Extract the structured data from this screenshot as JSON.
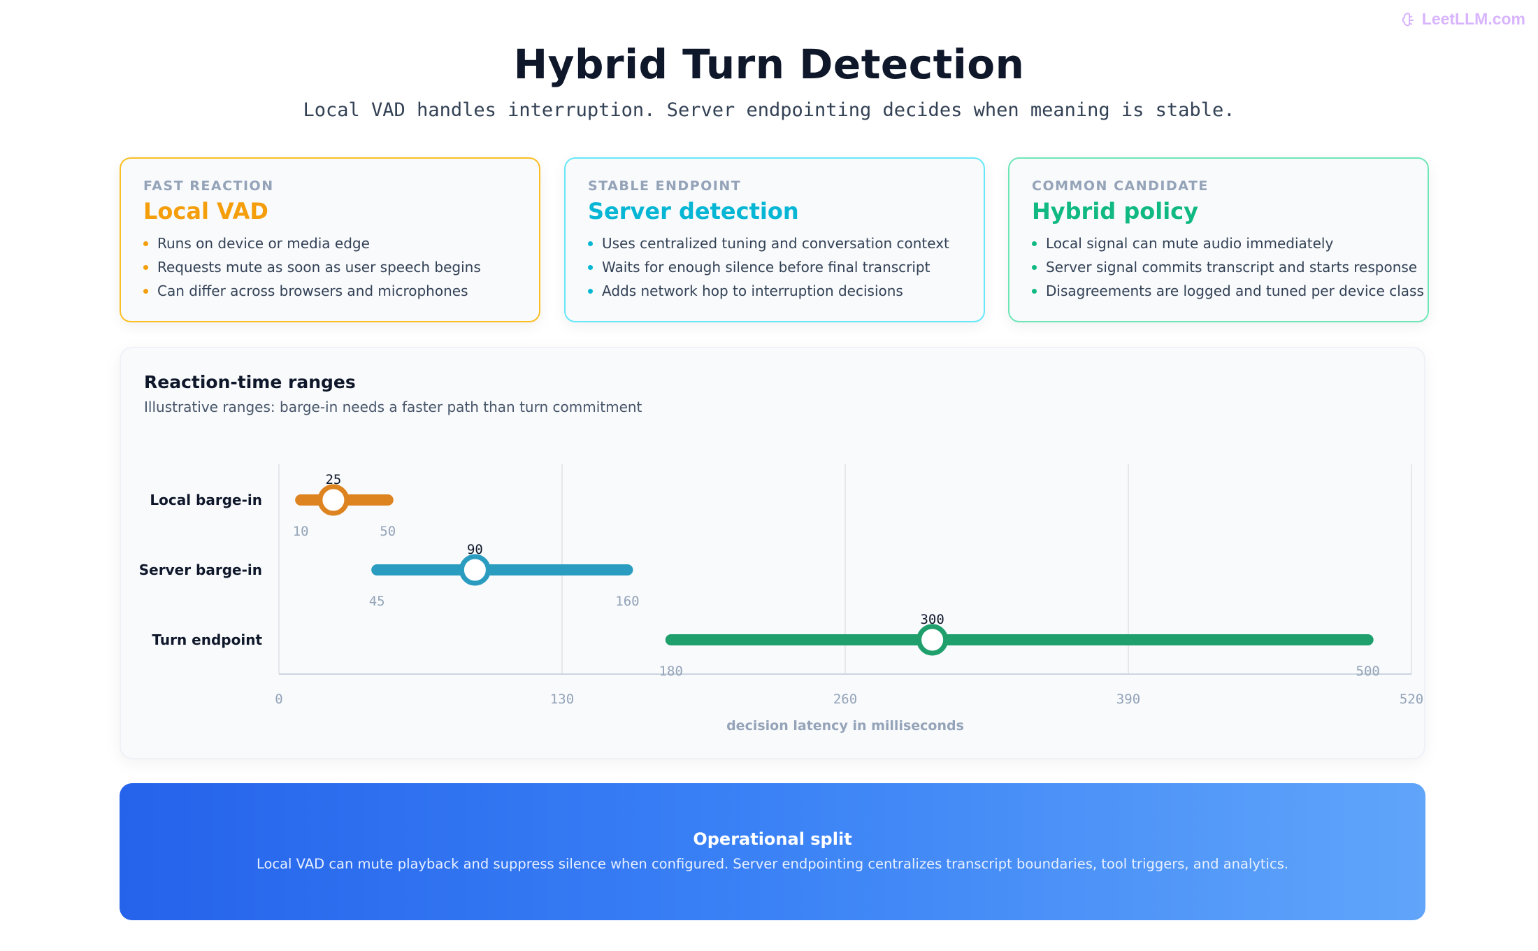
{
  "brand": {
    "name": "LeetLLM.com"
  },
  "header": {
    "title": "Hybrid Turn Detection",
    "subtitle": "Local VAD handles interruption. Server endpointing decides when meaning is stable."
  },
  "cards": [
    {
      "eyebrow": "FAST REACTION",
      "heading": "Local VAD",
      "accent": "#f59e0b",
      "border": "#fbbf24",
      "bullets": [
        "Runs on device or media edge",
        "Requests mute as soon as user speech begins",
        "Can differ across browsers and microphones"
      ]
    },
    {
      "eyebrow": "STABLE ENDPOINT",
      "heading": "Server detection",
      "accent": "#06b6d4",
      "border": "#67e8f9",
      "bullets": [
        "Uses centralized tuning and conversation context",
        "Waits for enough silence before final transcript",
        "Adds network hop to interruption decisions"
      ]
    },
    {
      "eyebrow": "COMMON CANDIDATE",
      "heading": "Hybrid policy",
      "accent": "#10b981",
      "border": "#6ee7b7",
      "bullets": [
        "Local signal can mute audio immediately",
        "Server signal commits transcript and starts response",
        "Disagreements are logged and tuned per device class"
      ]
    }
  ],
  "chart": {
    "title": "Reaction-time ranges",
    "subtitle": "Illustrative ranges: barge-in needs a faster path than turn commitment"
  },
  "chart_data": {
    "type": "range",
    "xlabel": "decision latency in milliseconds",
    "xlim": [
      0,
      520
    ],
    "xticks": [
      0,
      130,
      260,
      390,
      520
    ],
    "grid": true,
    "series": [
      {
        "name": "Local barge-in",
        "min": 10,
        "max": 50,
        "marker": 25,
        "color": "#dd8420"
      },
      {
        "name": "Server barge-in",
        "min": 45,
        "max": 160,
        "marker": 90,
        "color": "#2a9cc0"
      },
      {
        "name": "Turn endpoint",
        "min": 180,
        "max": 500,
        "marker": 300,
        "color": "#1f9f6c"
      }
    ]
  },
  "banner": {
    "title": "Operational split",
    "body": "Local VAD can mute playback and suppress silence when configured. Server endpointing centralizes transcript boundaries, tool triggers, and analytics."
  }
}
